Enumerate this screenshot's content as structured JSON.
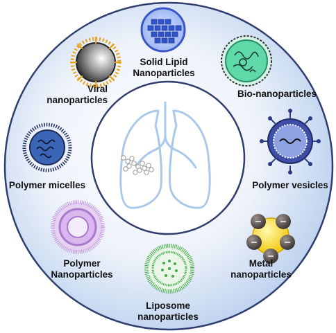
{
  "labels": {
    "solid_lipid": [
      "Solid Lipid",
      "Nanoparticles"
    ],
    "viral": [
      "Viral",
      "nanoparticles"
    ],
    "bio": [
      "Bio-nanoparticles"
    ],
    "polymer_micelles": [
      "Polymer micelles"
    ],
    "polymer_vesicles": [
      "Polymer vesicles"
    ],
    "polymer_nanoparticles": [
      "Polymer",
      "Nanoparticles"
    ],
    "metal": [
      "Metal",
      "nanoparticles"
    ],
    "liposome": [
      "Liposome",
      "nanoparticles"
    ]
  },
  "colors": {
    "outer_ring_edge": "#2f3e6e",
    "background_center": "#ffffff",
    "background_edge": "#bcd2ef",
    "lung_stroke": "#a9c8ea",
    "solid_lipid": "#3354c9",
    "viral_core": "#707070",
    "viral_spikes": "#e5a21f",
    "bio": "#4bd0a0",
    "polymer_micelles": "#3b66b8",
    "polymer_vesicles": "#3d4fa6",
    "polymer_nanoparticles": "#c49ae0",
    "metal_core": "#ffe21a",
    "metal_spheres": "#5e5550",
    "liposome": "#3faa44"
  }
}
